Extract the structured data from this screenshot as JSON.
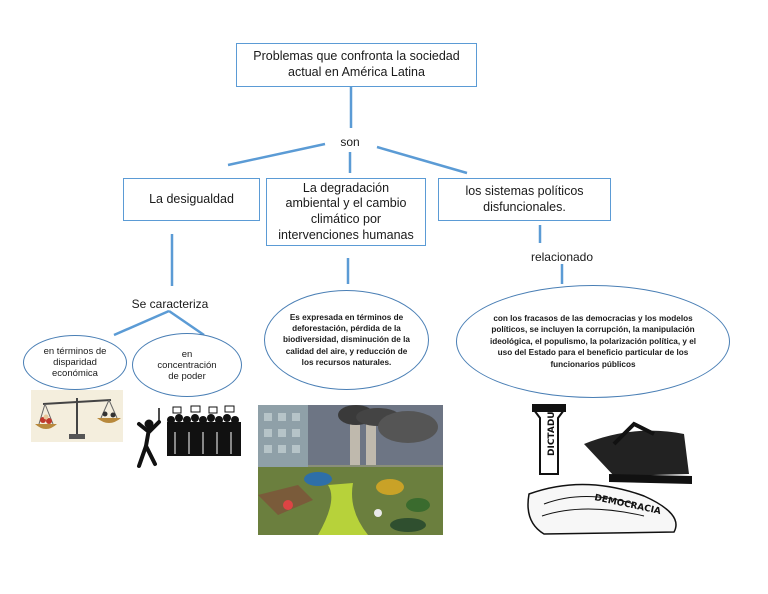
{
  "root": {
    "text": "Problemas que confronta la sociedad actual en América Latina"
  },
  "connectors": {
    "son": "son",
    "relacionado": "relacionado",
    "se_caracteriza": "Se caracteriza"
  },
  "categories": [
    {
      "text": "La desigualdad"
    },
    {
      "text": "La degradación ambiental y el cambio climático por intervenciones humanas"
    },
    {
      "text": "los sistemas políticos disfuncionales."
    }
  ],
  "details": {
    "disparidad": "en términos de disparidad económica",
    "poder": "en concentración de poder",
    "ambiental": "Es expresada en términos de deforestación, pérdida de la biodiversidad, disminución de la calidad del aire, y reducción de los recursos naturales.",
    "politico": "con los fracasos de las democracias y los modelos políticos, se incluyen la corrupción, la manipulación ideológica, el populismo, la polarización política, y el uso del Estado para el beneficio particular de los funcionarios públicos"
  },
  "illustrations": {
    "bottle_label": "DICTADURA",
    "banner_label": "DEMOCRACIA"
  },
  "colors": {
    "line": "#5b9bd5",
    "ellipse_border": "#4a7fb5"
  }
}
